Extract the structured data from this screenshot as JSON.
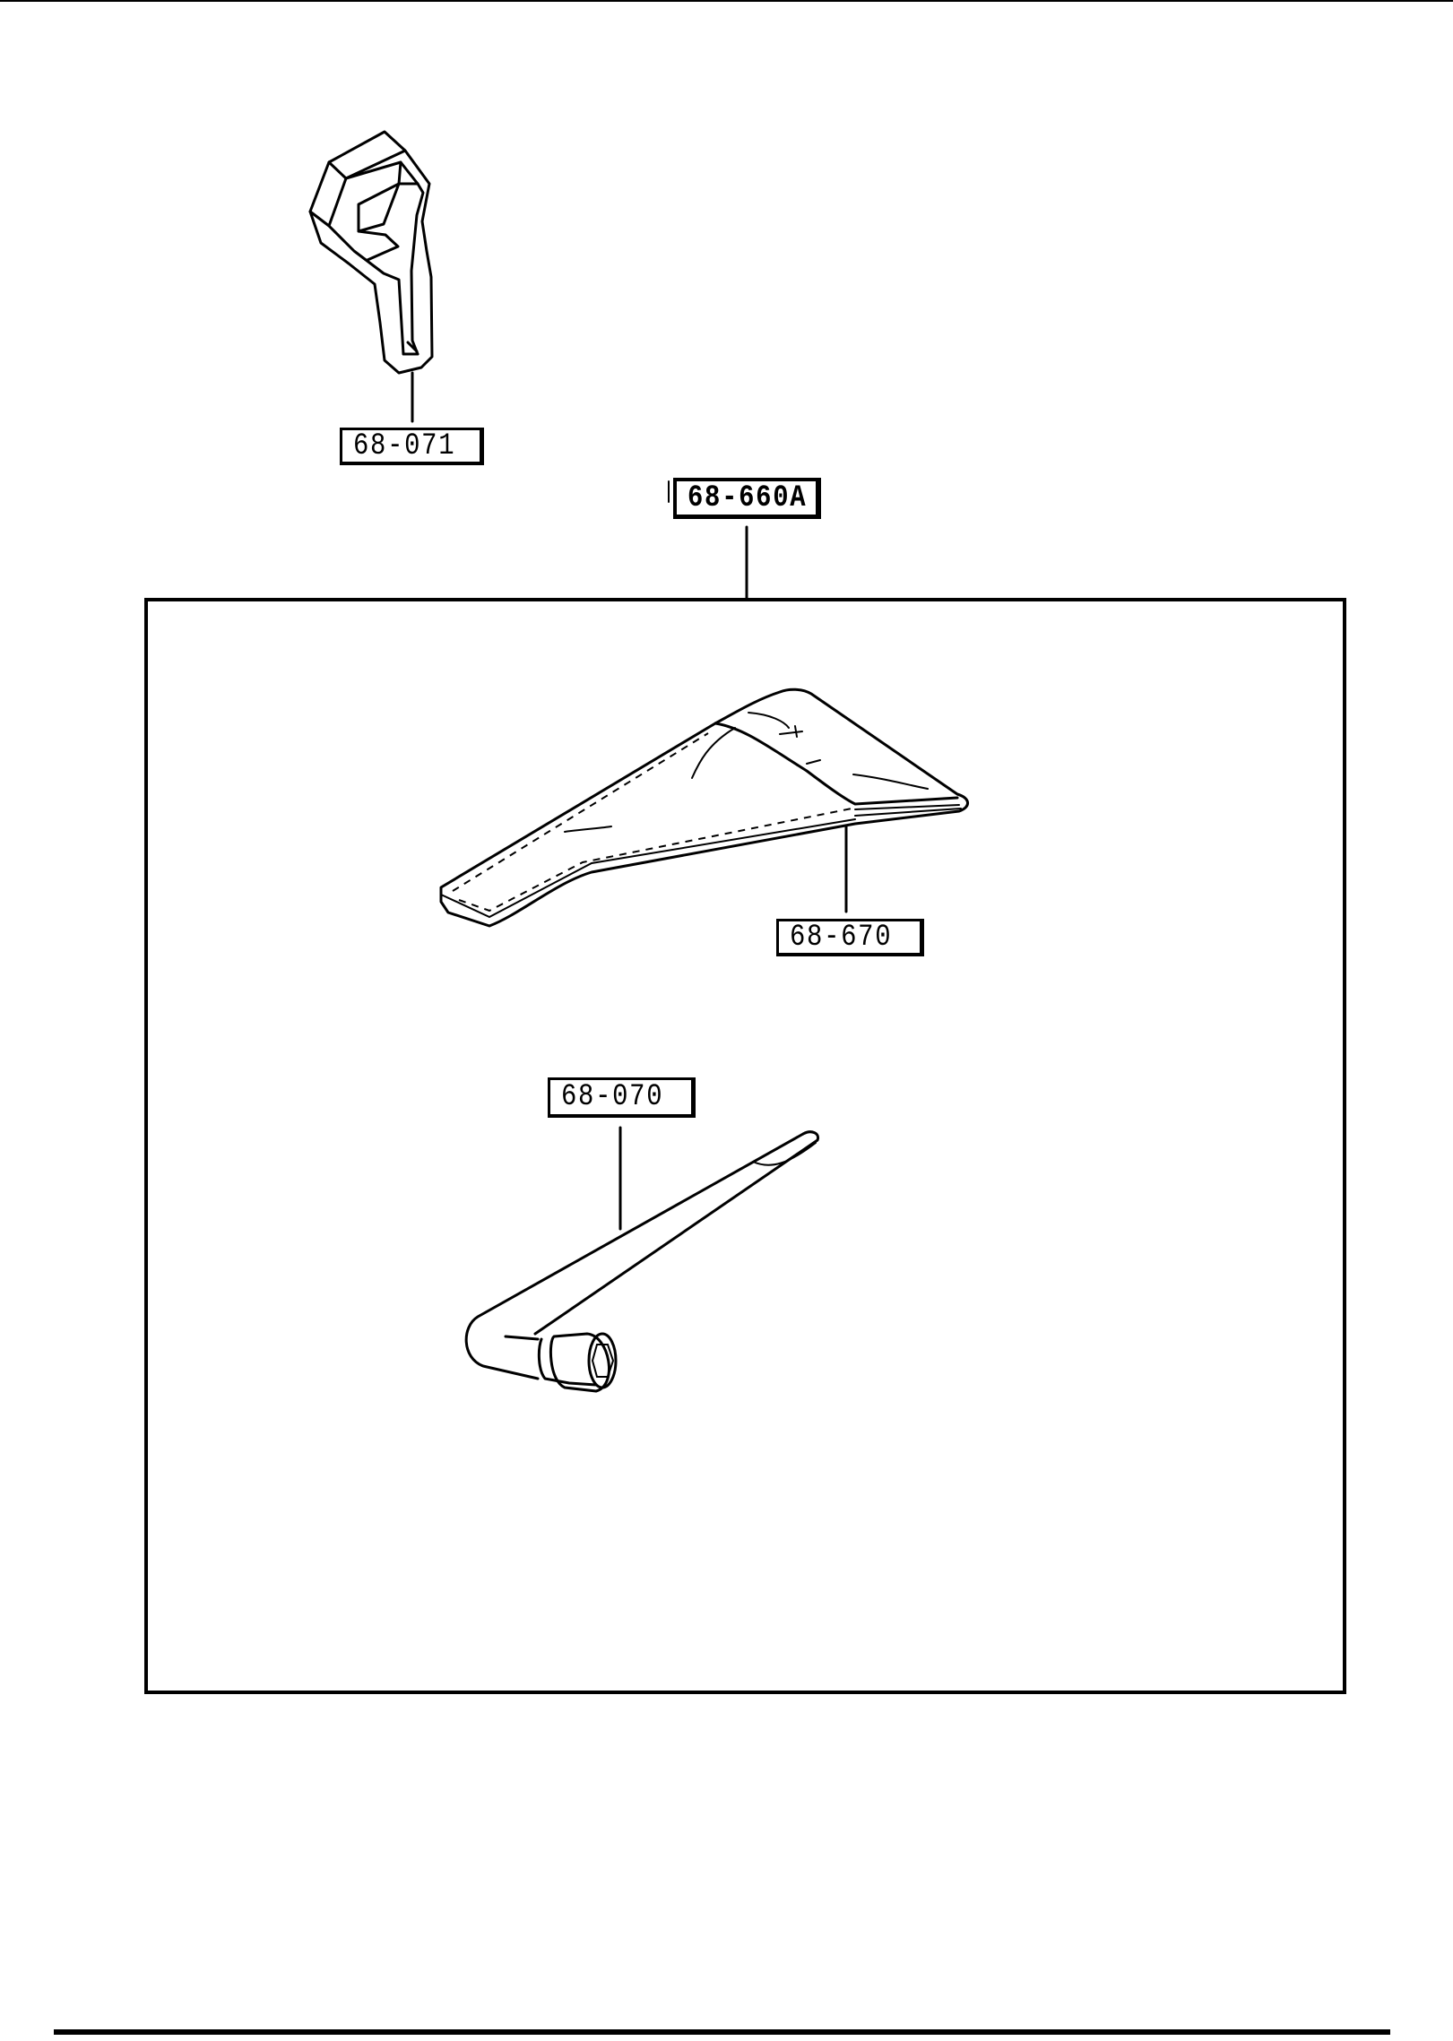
{
  "diagram": {
    "parts": [
      {
        "id": "part-68-071",
        "label": "68-071"
      },
      {
        "id": "part-68-660A",
        "label": "68-660A"
      },
      {
        "id": "part-68-670",
        "label": "68-670"
      },
      {
        "id": "part-68-070",
        "label": "68-070"
      }
    ]
  }
}
